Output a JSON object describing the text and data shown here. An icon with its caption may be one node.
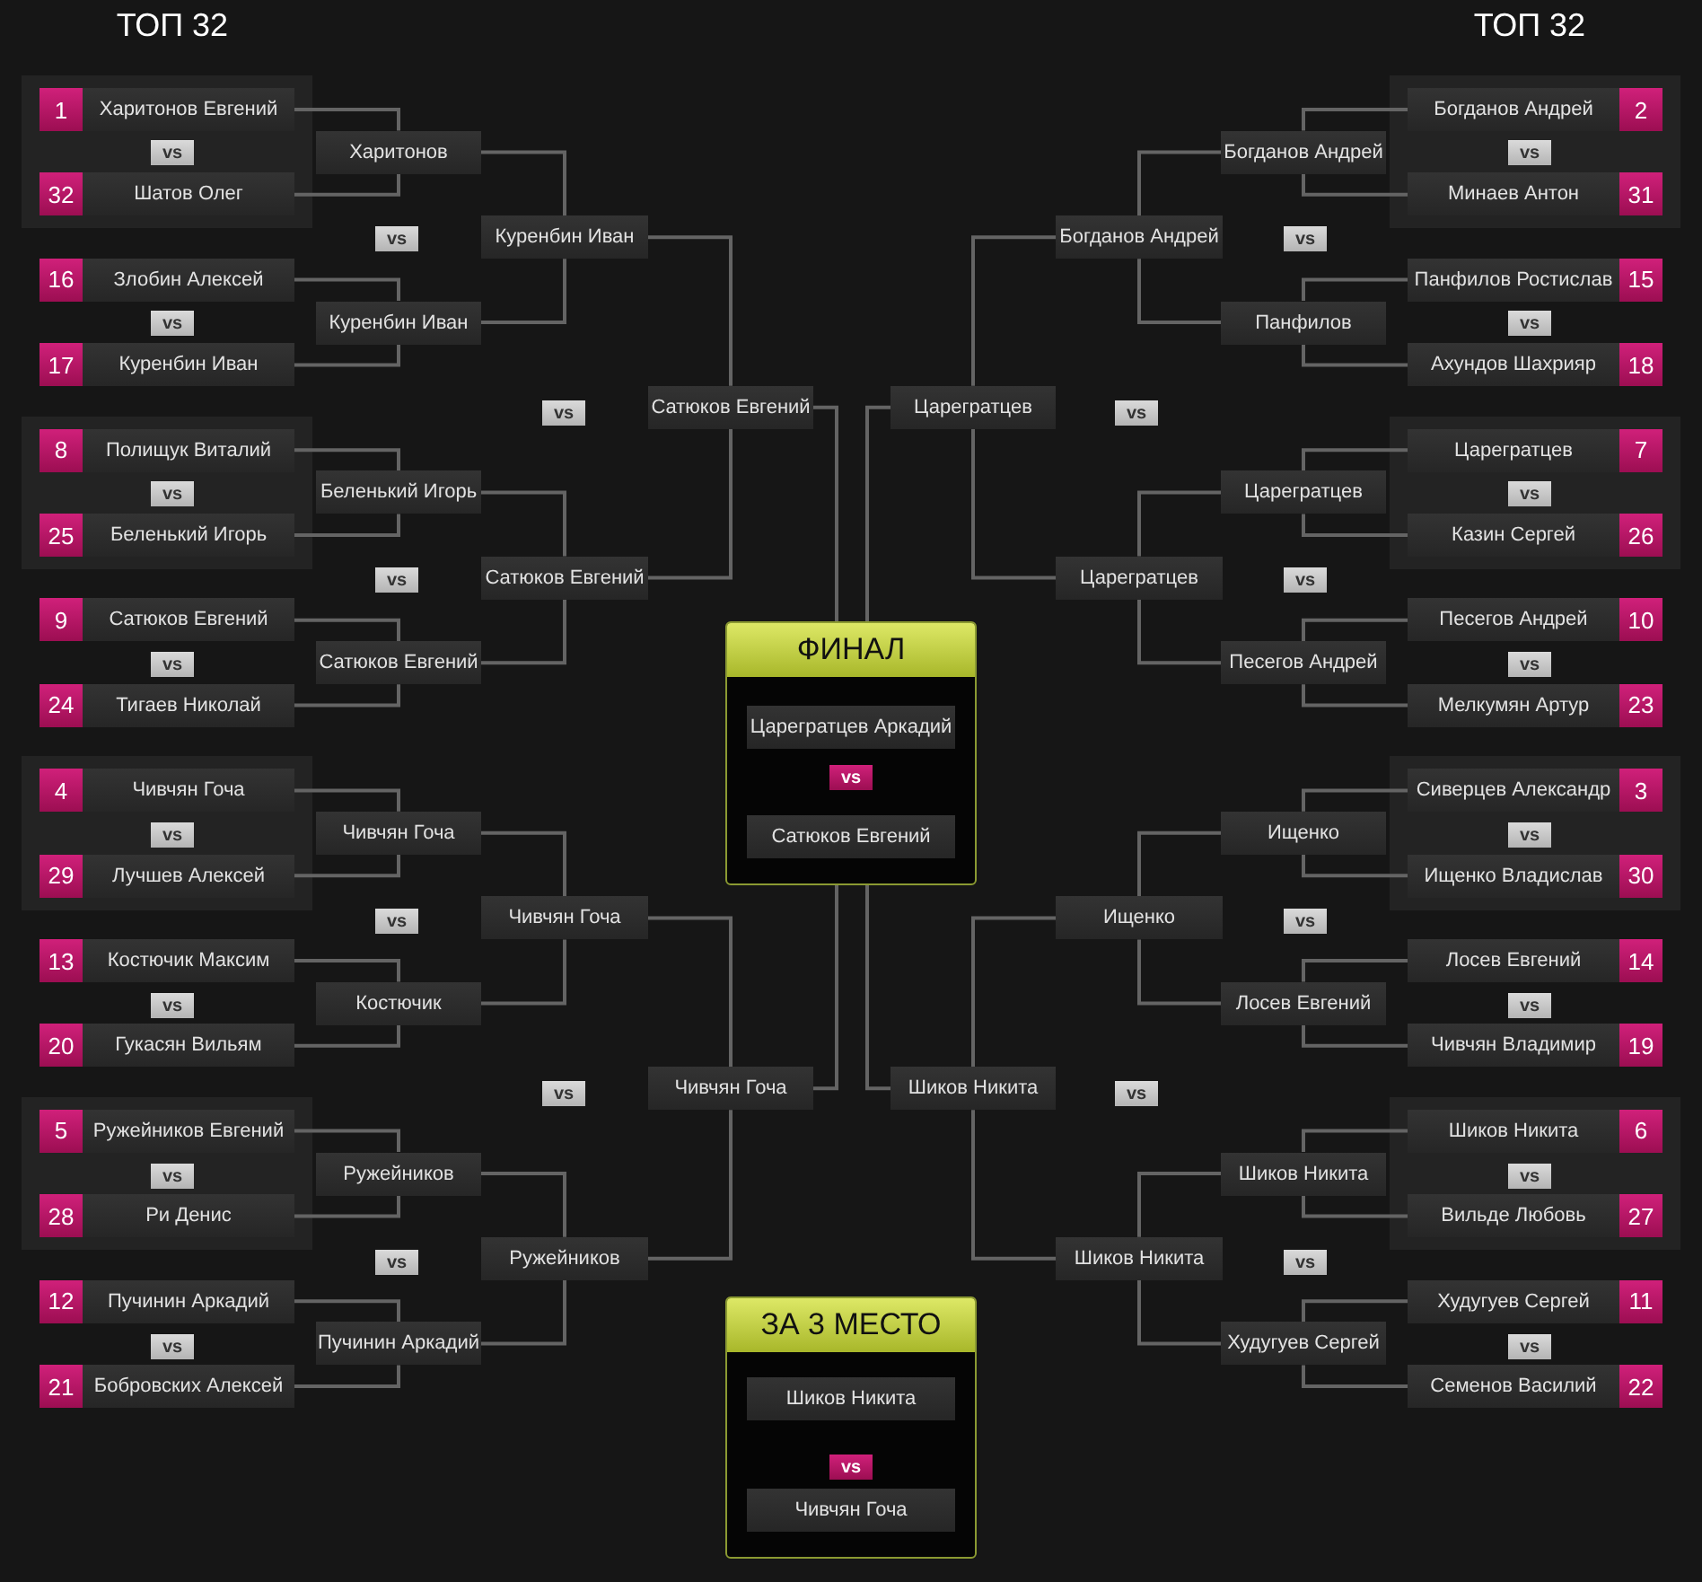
{
  "diagram": {
    "nodes": [
      {
        "text": [
          "1",
          "Харитонов Евгений"
        ]
      },
      {
        "text": [
          "32",
          "Шатов Олег"
        ]
      },
      {
        "text": [
          "16",
          "Злобин Алексей"
        ]
      },
      {
        "text": [
          "17",
          "Куренбин Иван"
        ]
      },
      {
        "text": [
          "8",
          "Полищук Виталий"
        ]
      },
      {
        "text": [
          "25",
          "Беленький Игорь"
        ]
      },
      {
        "text": [
          "9",
          "Сатюков Евгений"
        ]
      },
      {
        "text": [
          "24",
          "Тигаев Николай"
        ]
      },
      {
        "text": [
          "4",
          "Чивчян Гоча"
        ]
      },
      {
        "text": [
          "29",
          "Лучшев Алексей"
        ]
      },
      {
        "text": [
          "13",
          "Костючик Максим"
        ]
      },
      {
        "text": [
          "20",
          "Гукасян Вильям"
        ]
      },
      {
        "text": [
          "5",
          "Ружейников Евгений"
        ]
      },
      {
        "text": [
          "28",
          "Ри Денис"
        ]
      },
      {
        "text": [
          "12",
          "Пучинин Аркадий"
        ]
      },
      {
        "text": [
          "21",
          "Бобровских Алексей"
        ]
      },
      {
        "text": [
          "Харитонов"
        ]
      },
      {
        "text": [
          "Куренбин Иван"
        ]
      },
      {
        "text": [
          "Беленький Игорь"
        ]
      },
      {
        "text": [
          "Сатюков Евгений"
        ]
      },
      {
        "text": [
          "Чивчян Гоча"
        ]
      },
      {
        "text": [
          "Костючик"
        ]
      },
      {
        "text": [
          "Ружейников"
        ]
      },
      {
        "text": [
          "Пучинин Аркадий"
        ]
      },
      {
        "text": [
          "Куренбин Иван"
        ]
      },
      {
        "text": [
          "Сатюков Евгений"
        ]
      },
      {
        "text": [
          "Чивчян Гоча"
        ]
      },
      {
        "text": [
          "Ружейников"
        ]
      },
      {
        "text": [
          "Сатюков Евгений"
        ]
      },
      {
        "text": [
          "Чивчян Гоча"
        ]
      },
      {
        "text": [
          "ФИНАЛ"
        ]
      },
      {
        "text": [
          "Царегратцев Аркадий"
        ],
        "in": 30
      },
      {
        "text": [
          "Сатюков Евгений"
        ],
        "in": 30
      },
      {
        "text": [
          "ЗА 3 МЕСТО"
        ]
      },
      {
        "text": [
          "Шиков Никита"
        ],
        "in": 33
      },
      {
        "text": [
          "Чивчян Гоча"
        ],
        "in": 33
      },
      {
        "text": [
          "Царегратцев"
        ]
      },
      {
        "text": [
          "Шиков Никита"
        ]
      },
      {
        "text": [
          "Богданов Андрей"
        ]
      },
      {
        "text": [
          "Царегратцев"
        ]
      },
      {
        "text": [
          "Ищенко"
        ]
      },
      {
        "text": [
          "Шиков Никита"
        ]
      },
      {
        "text": [
          "Богданов Андрей"
        ]
      },
      {
        "text": [
          "Панфилов"
        ]
      },
      {
        "text": [
          "Царегратцев"
        ]
      },
      {
        "text": [
          "Песегов Андрей"
        ]
      },
      {
        "text": [
          "Ищенко"
        ]
      },
      {
        "text": [
          "Лосев Евгений"
        ]
      },
      {
        "text": [
          "Шиков Никита"
        ]
      },
      {
        "text": [
          "Худугуев Сергей"
        ]
      },
      {
        "text": [
          "Богданов Андрей",
          "2"
        ]
      },
      {
        "text": [
          "Минаев Антон",
          "31"
        ]
      },
      {
        "text": [
          "Панфилов Ростислав",
          "15"
        ]
      },
      {
        "text": [
          "Ахундов Шахрияр",
          "18"
        ]
      },
      {
        "text": [
          "Царегратцев",
          "7"
        ]
      },
      {
        "text": [
          "Казин Сергей",
          "26"
        ]
      },
      {
        "text": [
          "Песегов Андрей",
          "10"
        ]
      },
      {
        "text": [
          "Мелкумян Артур",
          "23"
        ]
      },
      {
        "text": [
          "Сиверцев Александр",
          "3"
        ]
      },
      {
        "text": [
          "Ищенко Владислав",
          "30"
        ]
      },
      {
        "text": [
          "Лосев Евгений",
          "14"
        ]
      },
      {
        "text": [
          "Чивчян Владимир",
          "19"
        ]
      },
      {
        "text": [
          "Шиков Никита",
          "6"
        ]
      },
      {
        "text": [
          "Вильде Любовь",
          "27"
        ]
      },
      {
        "text": [
          "Худугуев Сергей",
          "11"
        ]
      },
      {
        "text": [
          "Семенов Василий",
          "22"
        ]
      }
    ],
    "edges": [
      {
        "from": 0,
        "to": 16,
        "arrow": "none"
      },
      {
        "from": 1,
        "to": 16,
        "arrow": "none"
      },
      {
        "from": 2,
        "to": 17,
        "arrow": "none"
      },
      {
        "from": 3,
        "to": 17,
        "arrow": "none"
      },
      {
        "from": 4,
        "to": 18,
        "arrow": "none"
      },
      {
        "from": 5,
        "to": 18,
        "arrow": "none"
      },
      {
        "from": 6,
        "to": 19,
        "arrow": "none"
      },
      {
        "from": 7,
        "to": 19,
        "arrow": "none"
      },
      {
        "from": 8,
        "to": 20,
        "arrow": "none"
      },
      {
        "from": 9,
        "to": 20,
        "arrow": "none"
      },
      {
        "from": 10,
        "to": 21,
        "arrow": "none"
      },
      {
        "from": 11,
        "to": 21,
        "arrow": "none"
      },
      {
        "from": 12,
        "to": 22,
        "arrow": "none"
      },
      {
        "from": 13,
        "to": 22,
        "arrow": "none"
      },
      {
        "from": 14,
        "to": 23,
        "arrow": "none"
      },
      {
        "from": 15,
        "to": 23,
        "arrow": "none"
      },
      {
        "from": 16,
        "to": 24,
        "arrow": "none"
      },
      {
        "from": 17,
        "to": 24,
        "arrow": "none"
      },
      {
        "from": 18,
        "to": 25,
        "arrow": "none"
      },
      {
        "from": 19,
        "to": 25,
        "arrow": "none"
      },
      {
        "from": 20,
        "to": 26,
        "arrow": "none"
      },
      {
        "from": 21,
        "to": 26,
        "arrow": "none"
      },
      {
        "from": 22,
        "to": 27,
        "arrow": "none"
      },
      {
        "from": 23,
        "to": 27,
        "arrow": "none"
      },
      {
        "from": 24,
        "to": 28,
        "arrow": "none"
      },
      {
        "from": 25,
        "to": 28,
        "arrow": "none"
      },
      {
        "from": 26,
        "to": 29,
        "arrow": "none"
      },
      {
        "from": 27,
        "to": 29,
        "arrow": "none"
      },
      {
        "from": 28,
        "to": 30,
        "arrow": "none"
      },
      {
        "from": 29,
        "to": 30,
        "arrow": "none"
      },
      {
        "from": 36,
        "to": 30,
        "arrow": "none"
      },
      {
        "from": 37,
        "to": 30,
        "arrow": "none"
      },
      {
        "from": 38,
        "to": 36,
        "arrow": "none"
      },
      {
        "from": 39,
        "to": 36,
        "arrow": "none"
      },
      {
        "from": 40,
        "to": 37,
        "arrow": "none"
      },
      {
        "from": 41,
        "to": 37,
        "arrow": "none"
      },
      {
        "from": 42,
        "to": 38,
        "arrow": "none"
      },
      {
        "from": 43,
        "to": 38,
        "arrow": "none"
      },
      {
        "from": 44,
        "to": 39,
        "arrow": "none"
      },
      {
        "from": 45,
        "to": 39,
        "arrow": "none"
      },
      {
        "from": 46,
        "to": 40,
        "arrow": "none"
      },
      {
        "from": 47,
        "to": 40,
        "arrow": "none"
      },
      {
        "from": 48,
        "to": 41,
        "arrow": "none"
      },
      {
        "from": 49,
        "to": 41,
        "arrow": "none"
      },
      {
        "from": 50,
        "to": 42,
        "arrow": "none"
      },
      {
        "from": 51,
        "to": 42,
        "arrow": "none"
      },
      {
        "from": 52,
        "to": 43,
        "arrow": "none"
      },
      {
        "from": 53,
        "to": 43,
        "arrow": "none"
      },
      {
        "from": 54,
        "to": 44,
        "arrow": "none"
      },
      {
        "from": 55,
        "to": 44,
        "arrow": "none"
      },
      {
        "from": 56,
        "to": 45,
        "arrow": "none"
      },
      {
        "from": 57,
        "to": 45,
        "arrow": "none"
      },
      {
        "from": 58,
        "to": 46,
        "arrow": "none"
      },
      {
        "from": 59,
        "to": 46,
        "arrow": "none"
      },
      {
        "from": 60,
        "to": 47,
        "arrow": "none"
      },
      {
        "from": 61,
        "to": 47,
        "arrow": "none"
      },
      {
        "from": 62,
        "to": 48,
        "arrow": "none"
      },
      {
        "from": 63,
        "to": 48,
        "arrow": "none"
      },
      {
        "from": 64,
        "to": 49,
        "arrow": "none"
      },
      {
        "from": 65,
        "to": 49,
        "arrow": "none"
      }
    ],
    "labels": [
      "ТОП 32",
      "ТОП 32",
      "vs",
      "vs",
      "vs",
      "vs",
      "vs",
      "vs",
      "vs",
      "vs",
      "vs",
      "vs",
      "vs",
      "vs",
      "vs",
      "vs",
      "vs",
      "vs",
      "vs",
      "vs",
      "vs",
      "vs",
      "vs",
      "vs",
      "vs",
      "vs",
      "vs",
      "vs",
      "vs",
      "vs",
      "vs",
      "vs"
    ]
  }
}
